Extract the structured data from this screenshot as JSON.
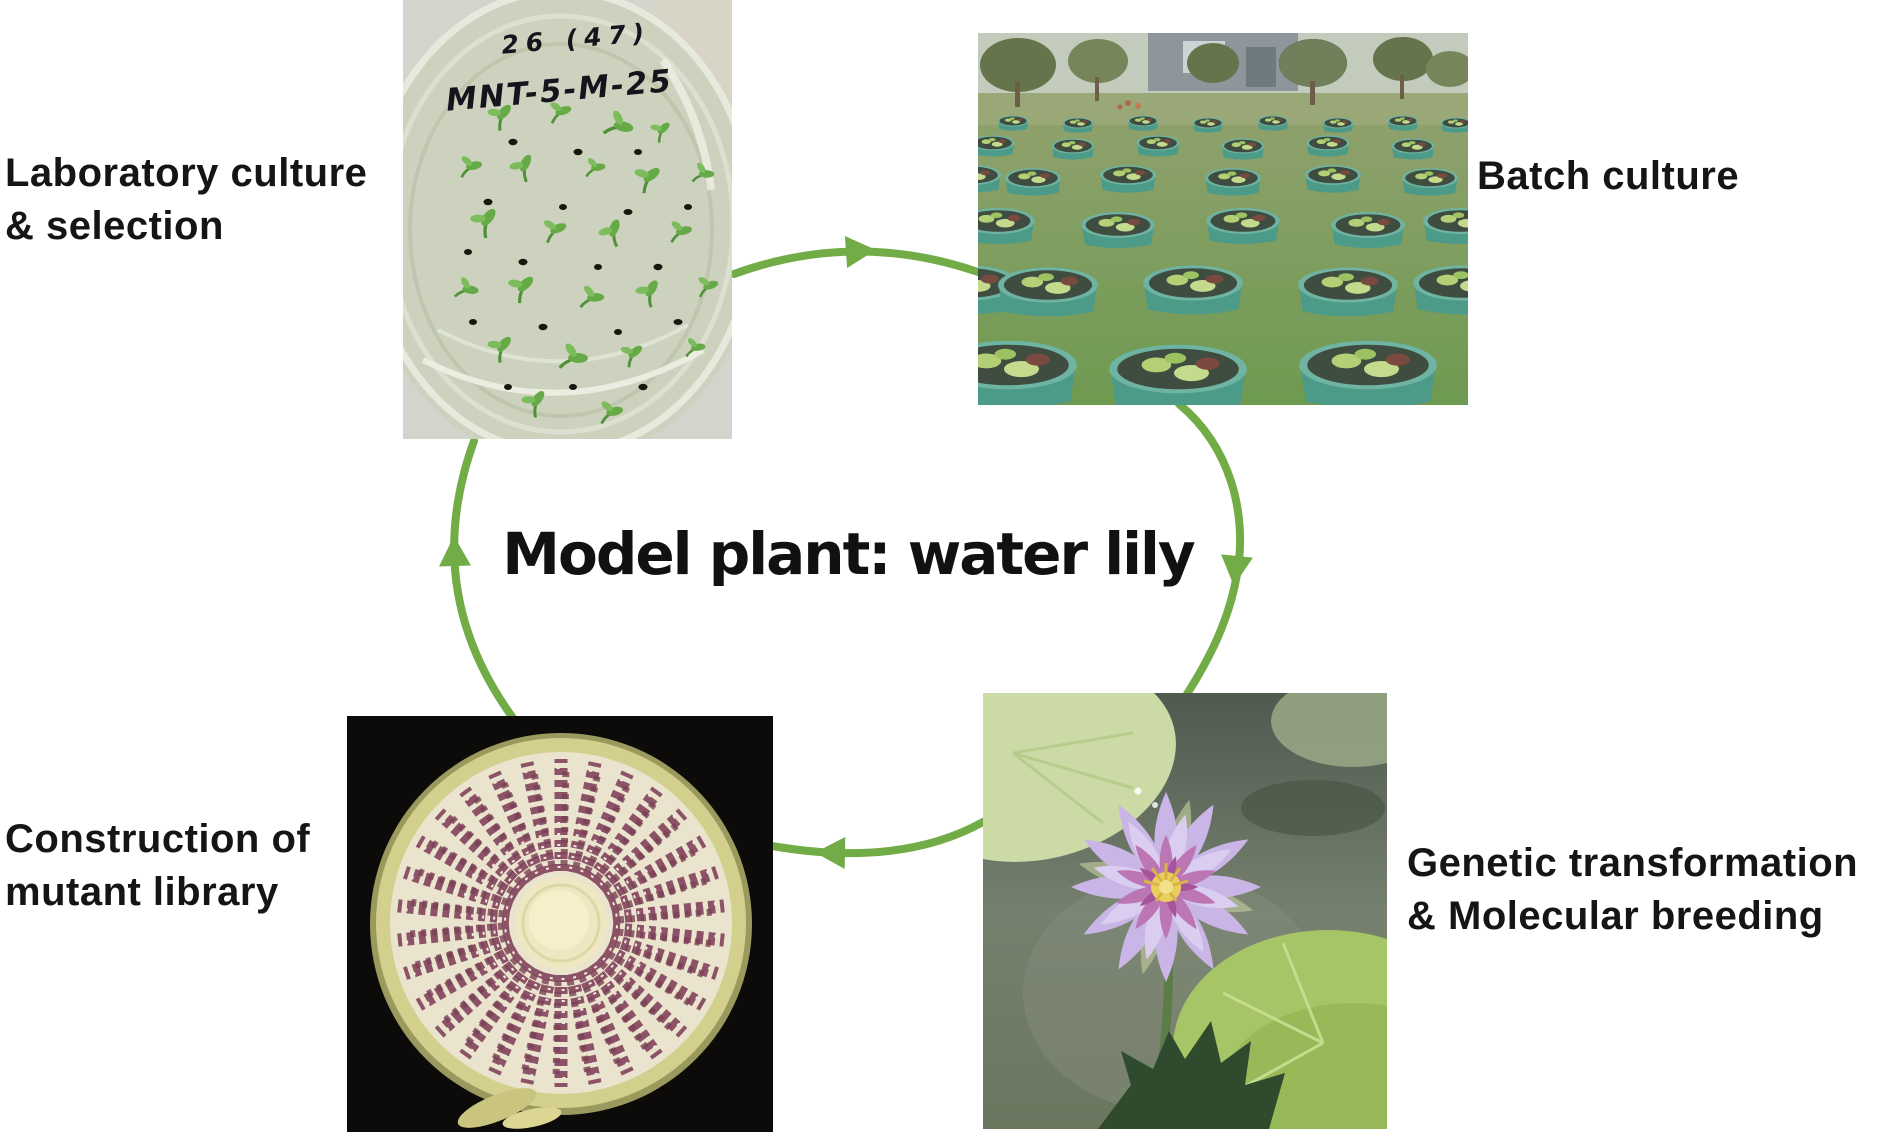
{
  "figure": {
    "title": "Model plant: water lily",
    "stages": {
      "laboratory": {
        "line1": "Laboratory culture",
        "line2": "& selection"
      },
      "batch": {
        "line1": "Batch culture"
      },
      "genetic": {
        "line1": "Genetic transformation",
        "line2": "& Molecular breeding"
      },
      "mutant": {
        "line1": "Construction of",
        "line2": "mutant library"
      }
    },
    "petri_annotations": {
      "top": "26 (47)",
      "bottom": "MNT-5-M-25"
    },
    "colors": {
      "arrow_green": "#72ac46",
      "label_text": "#151515",
      "background": "#ffffff",
      "fruit_backdrop": "#0d0b09",
      "tub_teal": "#5aa492",
      "petal_lavender": "#c9b6e6"
    }
  }
}
